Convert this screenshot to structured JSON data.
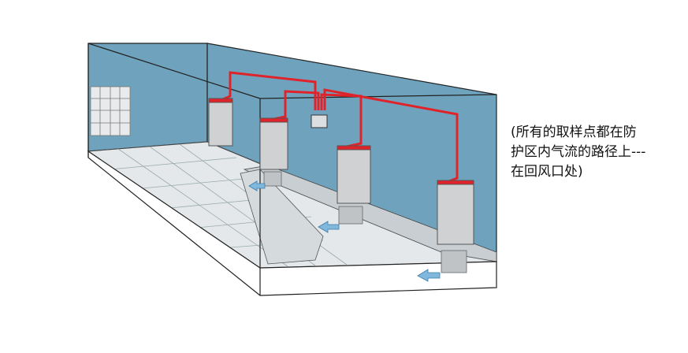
{
  "caption": {
    "lines": [
      "(所有的取样点都在防",
      "护区内气流的路径上---",
      "在回风口处)"
    ]
  },
  "colors": {
    "wall": "#6fa3bd",
    "floor": "#e4e8ea",
    "pipe": "#e0232a",
    "cabinet": "#cfd1d3",
    "airflow": "#7fb7dd"
  }
}
